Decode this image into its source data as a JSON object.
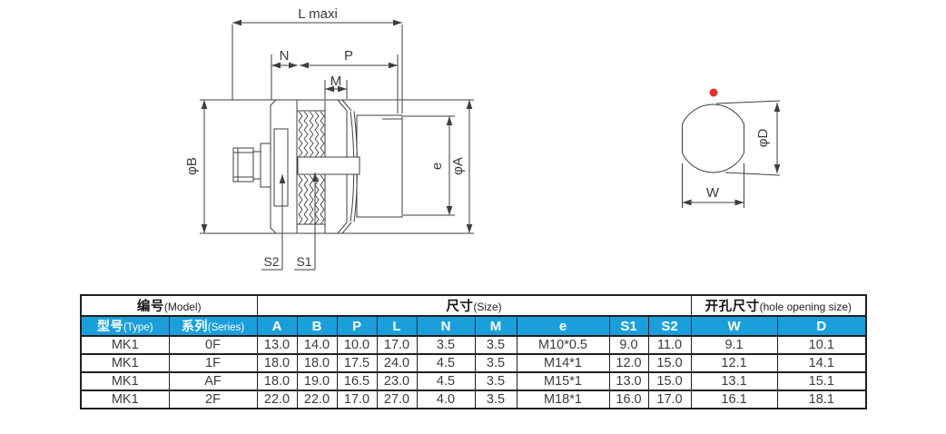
{
  "drawing": {
    "labels": {
      "l_maxi": "L maxi",
      "n": "N",
      "p": "P",
      "m": "M",
      "phi_b": "φB",
      "phi_a": "φA",
      "e": "e",
      "s2": "S2",
      "s1": "S1",
      "w": "W",
      "phi_d": "φD"
    },
    "colors": {
      "line": "#3f3f3f",
      "red_dot": "#e73230"
    }
  },
  "table": {
    "accent": "#1b9fdb",
    "header_groups": {
      "model": {
        "zh": "编号",
        "en": "(Model)"
      },
      "size": {
        "zh": "尺寸",
        "en": "(Size)"
      },
      "hole": {
        "zh": "开孔尺寸",
        "en": "(hole opening size)"
      }
    },
    "columns": [
      {
        "zh": "型号",
        "en": "(Type)"
      },
      {
        "zh": "系列",
        "en": "(Series)"
      },
      "A",
      "B",
      "P",
      "L",
      "N",
      "M",
      "e",
      "S1",
      "S2",
      "W",
      "D"
    ],
    "rows": [
      [
        "MK1",
        "0F",
        "13.0",
        "14.0",
        "10.0",
        "17.0",
        "3.5",
        "3.5",
        "M10*0.5",
        "9.0",
        "11.0",
        "9.1",
        "10.1"
      ],
      [
        "MK1",
        "1F",
        "18.0",
        "18.0",
        "17.5",
        "24.0",
        "4.5",
        "3.5",
        "M14*1",
        "12.0",
        "15.0",
        "12.1",
        "14.1"
      ],
      [
        "MK1",
        "AF",
        "18.0",
        "19.0",
        "16.5",
        "23.0",
        "4.5",
        "3.5",
        "M15*1",
        "13.0",
        "15.0",
        "13.1",
        "15.1"
      ],
      [
        "MK1",
        "2F",
        "22.0",
        "22.0",
        "17.0",
        "27.0",
        "4.0",
        "3.5",
        "M18*1",
        "16.0",
        "17.0",
        "16.1",
        "18.1"
      ]
    ]
  }
}
